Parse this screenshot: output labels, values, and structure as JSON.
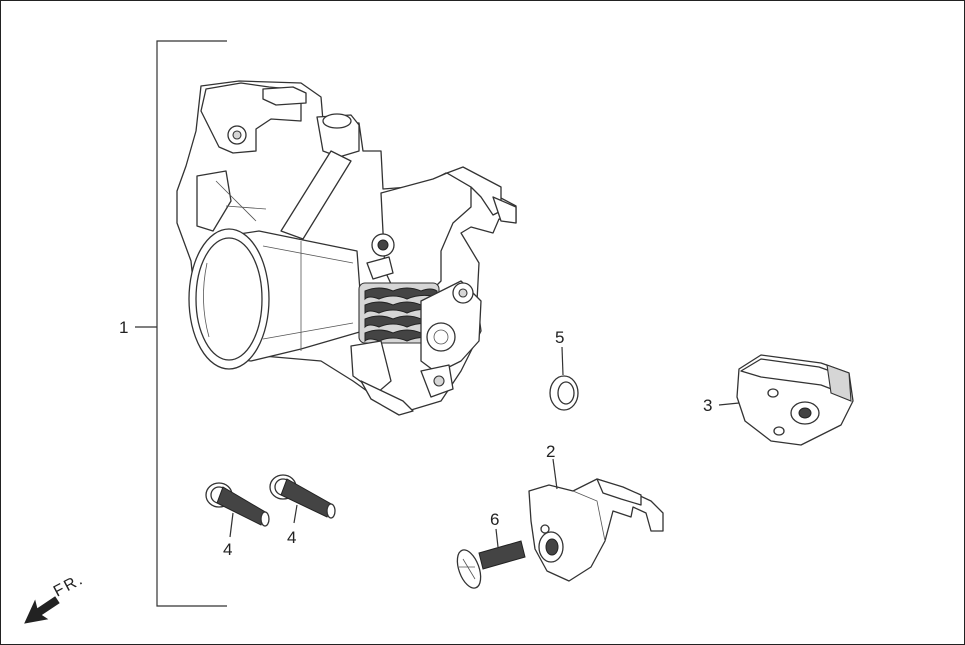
{
  "diagram": {
    "labels": {
      "p1": "1",
      "p2": "2",
      "p3": "3",
      "p4a": "4",
      "p4b": "4",
      "p5": "5",
      "p6": "6"
    },
    "direction": "FR."
  }
}
